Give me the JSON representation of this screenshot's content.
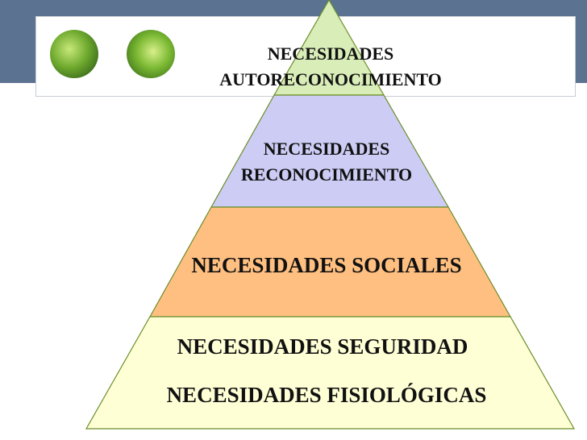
{
  "pyramid": {
    "levels": [
      {
        "lines": [
          "NECESIDADES",
          "AUTORECONOCIMIENTO"
        ],
        "color": "#d9edb8"
      },
      {
        "lines": [
          "NECESIDADES",
          "RECONOCIMIENTO"
        ],
        "color": "#ccccf5"
      },
      {
        "lines": [
          "NECESIDADES SOCIALES"
        ],
        "color": "#ffbf80"
      },
      {
        "lines": [
          "NECESIDADES SEGURIDAD",
          "NECESIDADES FISIOLÓGICAS"
        ],
        "color": "#ffffd6"
      }
    ],
    "outline_color": "#6b8e2a",
    "header_color": "#5b7391"
  }
}
